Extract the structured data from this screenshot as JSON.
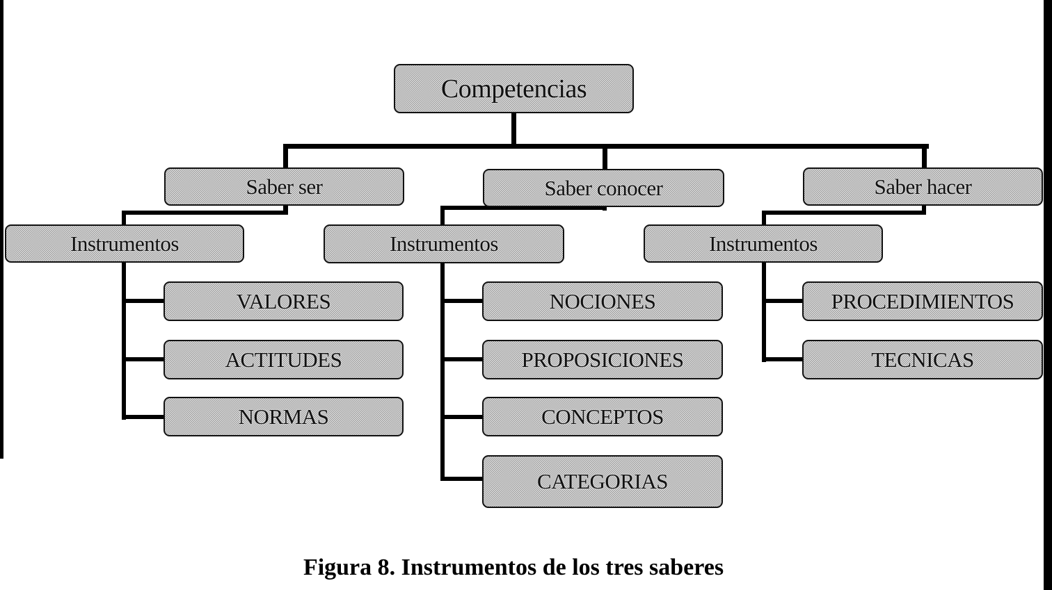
{
  "root": "Competencias",
  "branches": [
    {
      "label": "Saber ser",
      "instrument": "Instrumentos",
      "items": [
        "VALORES",
        "ACTITUDES",
        "NORMAS"
      ]
    },
    {
      "label": "Saber conocer",
      "instrument": "Instrumentos",
      "items": [
        "NOCIONES",
        "PROPOSICIONES",
        "CONCEPTOS",
        "CATEGORIAS"
      ]
    },
    {
      "label": "Saber hacer",
      "instrument": "Instrumentos",
      "items": [
        "PROCEDIMIENTOS",
        "TECNICAS"
      ]
    }
  ],
  "caption": "Figura 8. Instrumentos de los tres saberes"
}
